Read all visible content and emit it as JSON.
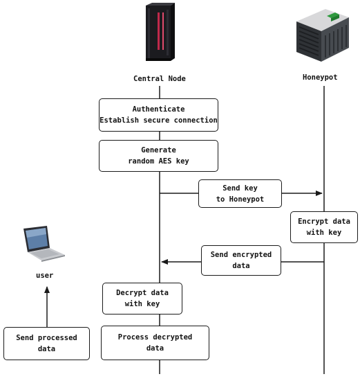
{
  "nodes": {
    "central": "Central Node",
    "honeypot": "Honeypot",
    "user": "user"
  },
  "steps": {
    "authenticate": {
      "line1": "Authenticate",
      "line2": "Establish secure connection"
    },
    "generate": {
      "line1": "Generate",
      "line2": "random AES key"
    },
    "send_key": {
      "line1": "Send key",
      "line2": "to Honeypot"
    },
    "encrypt": {
      "line1": "Encrypt data",
      "line2": "with key"
    },
    "send_encrypted": {
      "line1": "Send encrypted",
      "line2": "data"
    },
    "decrypt": {
      "line1": "Decrypt data",
      "line2": "with key"
    },
    "process": {
      "line1": "Process decrypted",
      "line2": "data"
    },
    "send_processed": {
      "line1": "Send processed",
      "line2": "data"
    }
  },
  "icons": {
    "central": "server-rack-icon",
    "honeypot": "network-appliance-icon",
    "user": "laptop-icon"
  }
}
